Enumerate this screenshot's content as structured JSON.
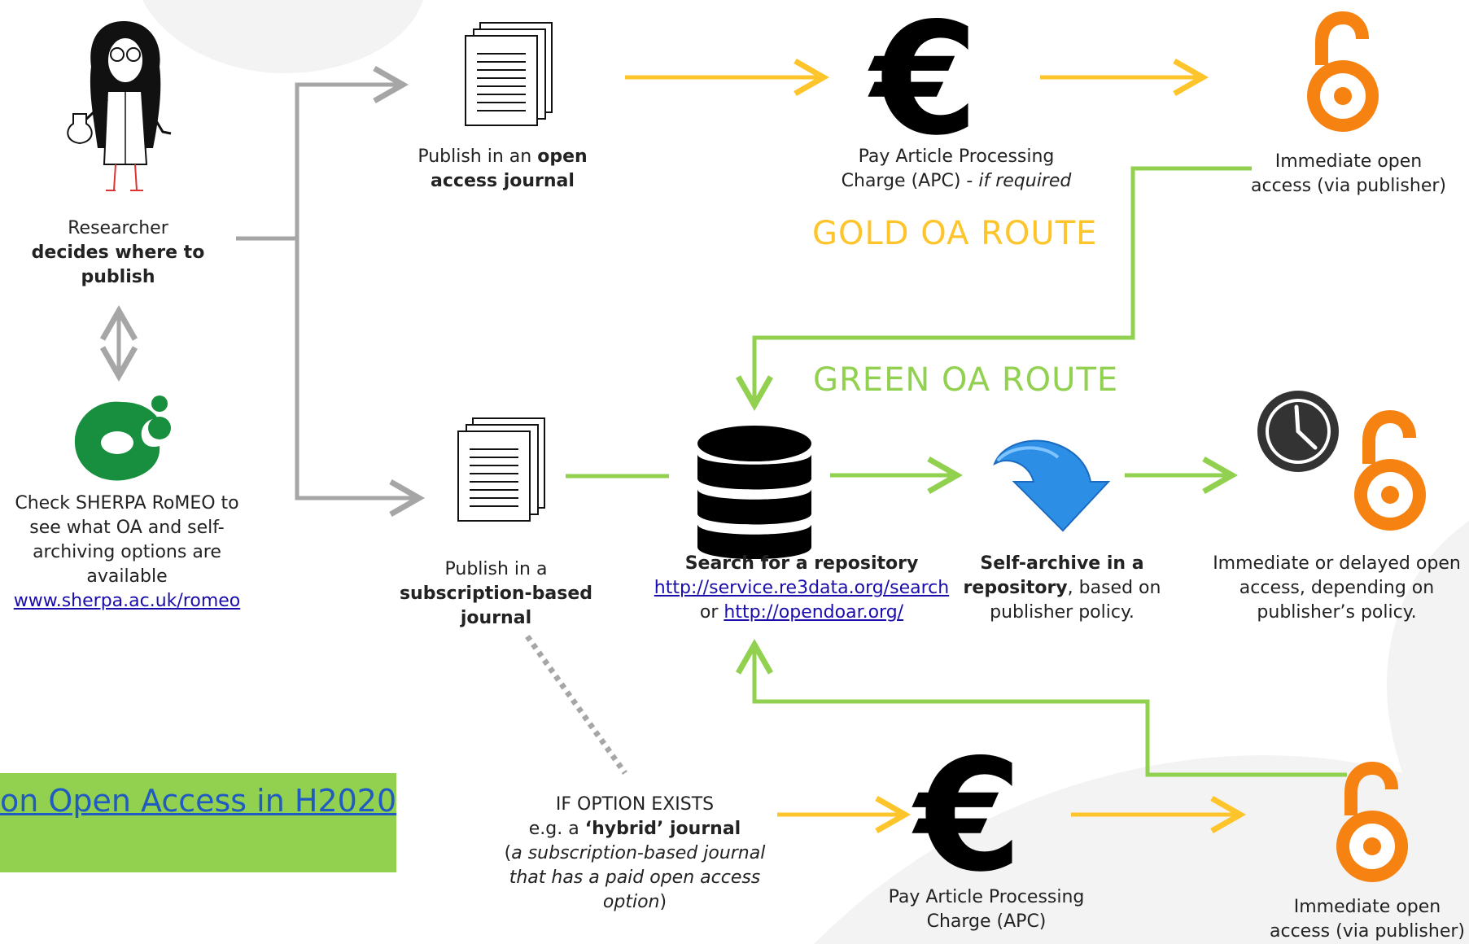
{
  "researcher": {
    "line1": "Researcher",
    "line2": "decides where to",
    "line3": "publish"
  },
  "sherpa": {
    "line1": "Check SHERPA RoMEO to",
    "line2": "see what OA and self-",
    "line3": "archiving options are",
    "line4": "available",
    "link": "www.sherpa.ac.uk/romeo"
  },
  "gold": {
    "title": "GOLD OA ROUTE",
    "publish_line1_plain": "Publish in an ",
    "publish_line1_bold": "open",
    "publish_line2_bold": "access journal",
    "apc_line1": "Pay Article Processing",
    "apc_line2_plain": "Charge (APC) - ",
    "apc_line2_italic": "if required",
    "access_line1": "Immediate open",
    "access_line2": "access (via publisher)"
  },
  "green": {
    "title": "GREEN OA ROUTE",
    "publish_line1": "Publish in a",
    "publish_line2_bold": "subscription-based",
    "publish_line3_bold": "journal",
    "search_title": "Search for a repository",
    "search_link1": "http://service.re3data.org/search",
    "search_or": "or ",
    "search_link2": "http://opendoar.org/",
    "archive_line1_bold": "Self-archive in a",
    "archive_line2_bold": "repository",
    "archive_line2_plain": ", based on",
    "archive_line3": "publisher policy.",
    "access_line1": "Immediate or delayed open",
    "access_line2": "access, depending on",
    "access_line3": "publisher’s policy."
  },
  "hybrid": {
    "line1": "IF OPTION EXISTS",
    "line2_plain": "e.g.  a ",
    "line2_bold": "‘hybrid’ journal",
    "line3_plain": "(",
    "line3_italic": "a subscription-based journal",
    "line4_italic": "that has a paid open access",
    "line5_italic": "option",
    "line5_plain": ")",
    "apc_line1": "Pay Article Processing",
    "apc_line2": "Charge (APC)",
    "access_line1": "Immediate open",
    "access_line2": "access (via publisher)"
  },
  "banner": {
    "link": "on Open Access in H2020"
  },
  "icons": {
    "researcher": "researcher-figure-icon",
    "sherpa": "sherpa-romeo-logo-icon",
    "document": "document-stack-icon",
    "euro": "euro-icon",
    "open_access": "open-access-lock-icon",
    "database": "database-icon",
    "download": "download-arrow-icon",
    "clock": "clock-icon"
  },
  "colors": {
    "gold": "#fdc52b",
    "green": "#92d050",
    "grey": "#a6a6a6",
    "oa_orange": "#f68212",
    "link": "#1a0dab"
  }
}
